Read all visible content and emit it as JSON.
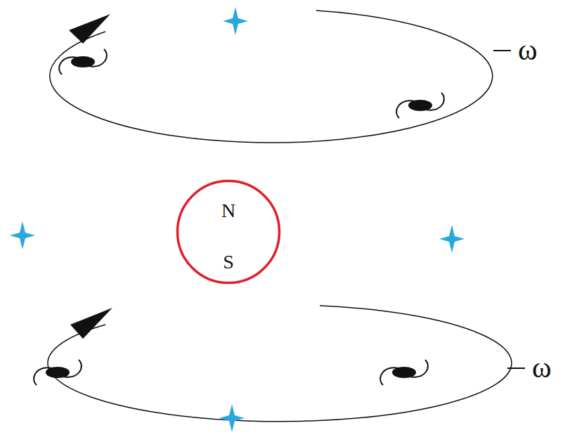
{
  "diagram": {
    "nodes": [
      {
        "text": [
          "N",
          "S"
        ]
      }
    ],
    "labels": [
      "ω",
      "ω"
    ]
  }
}
